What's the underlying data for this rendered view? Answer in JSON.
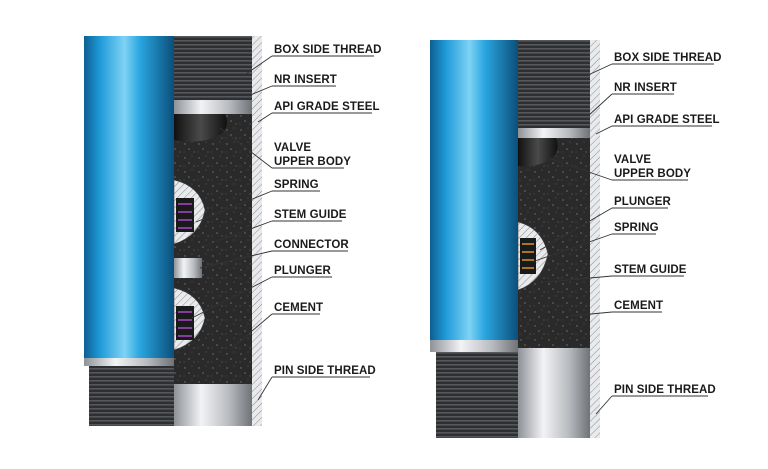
{
  "left_diagram": {
    "labels": {
      "box_side_thread": "BOX SIDE THREAD",
      "nr_insert": "NR INSERT",
      "api_grade_steel": "API GRADE STEEL",
      "valve_upper_body_1": "VALVE",
      "valve_upper_body_2": "UPPER BODY",
      "spring": "SPRING",
      "stem_guide": "STEM GUIDE",
      "connector": "CONNECTOR",
      "plunger": "PLUNGER",
      "cement": "CEMENT",
      "pin_side_thread": "PIN SIDE THREAD"
    }
  },
  "right_diagram": {
    "labels": {
      "box_side_thread": "BOX SIDE THREAD",
      "nr_insert": "NR INSERT",
      "api_grade_steel": "API GRADE STEEL",
      "valve_upper_body_1": "VALVE",
      "valve_upper_body_2": "UPPER BODY",
      "plunger": "PLUNGER",
      "spring": "SPRING",
      "stem_guide": "STEM GUIDE",
      "cement": "CEMENT",
      "pin_side_thread": "PIN SIDE THREAD"
    }
  },
  "colors": {
    "pipe_blue": "#1f9bd8",
    "cement": "#2b2b2b",
    "thread": "#3a3a3a",
    "steel": "#c9ccd0"
  }
}
